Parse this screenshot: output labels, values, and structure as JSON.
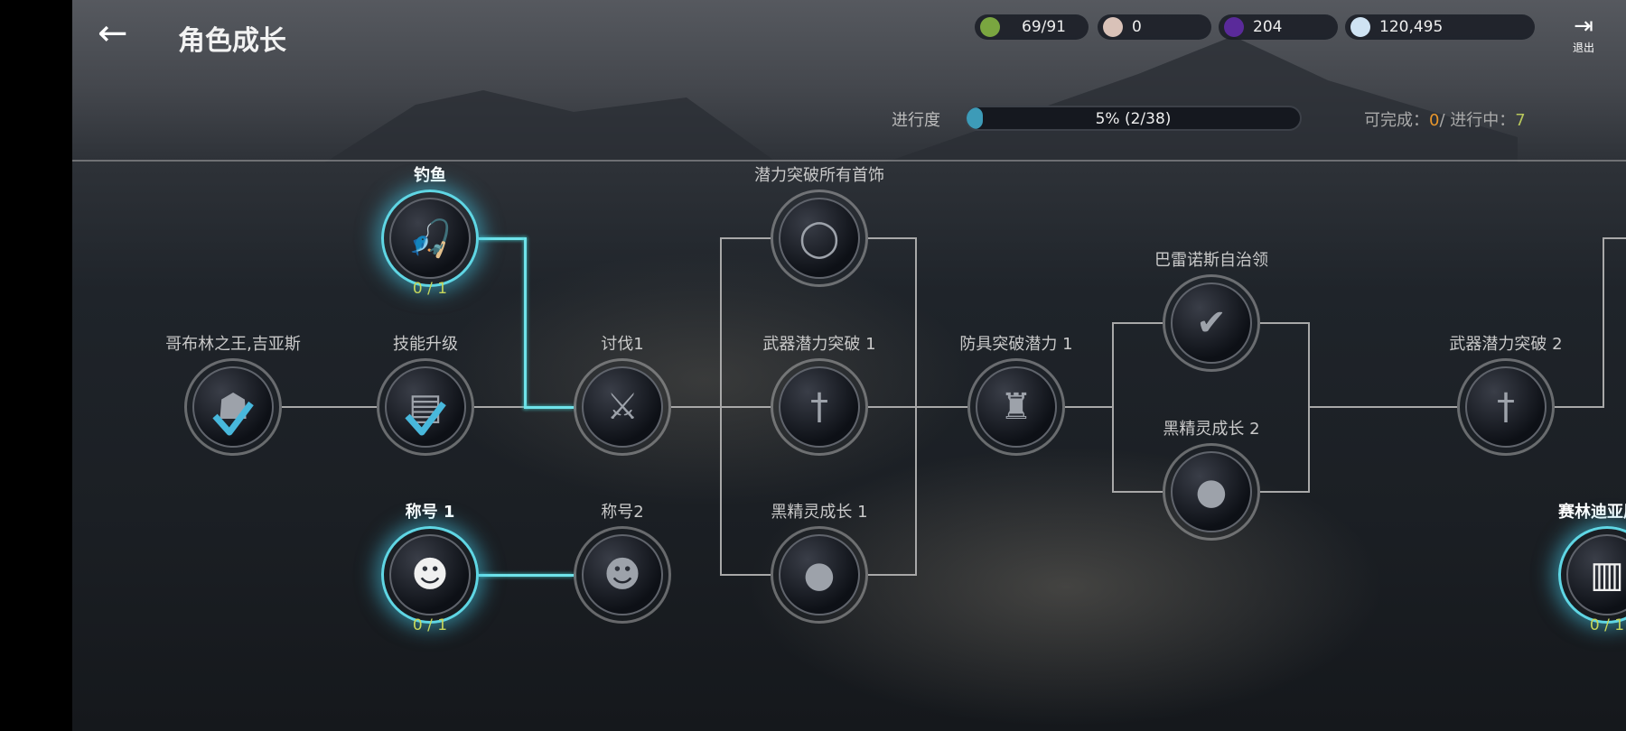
{
  "header": {
    "title": "角色成长",
    "back_icon": "arrow-left-icon",
    "exit_label": "退出"
  },
  "resources": [
    {
      "icon": "stamina-icon",
      "value": "69/91",
      "color": "#7aa640"
    },
    {
      "icon": "pearl-icon",
      "value": "0",
      "color": "#d9c2b8"
    },
    {
      "icon": "dark-crystal-icon",
      "value": "204",
      "color": "#5a2a9a"
    },
    {
      "icon": "silver-coin-icon",
      "value": "120,495",
      "color": "#cfe3f3"
    }
  ],
  "progress": {
    "label": "进行度",
    "text": "5% (2/38)",
    "percent": 5,
    "completable_label": "可完成：",
    "completable": "0",
    "sep": "/ ",
    "in_progress_label": "进行中：",
    "in_progress": "7"
  },
  "nodes": [
    {
      "label": "钓鱼",
      "count": "0 / 1",
      "icon": "fishing-icon",
      "glyph": "🎣",
      "active": true
    },
    {
      "label": "哥布林之王,吉亚斯",
      "icon": "goblin-king-icon",
      "glyph": "☗",
      "done": true
    },
    {
      "label": "技能升级",
      "icon": "skill-book-icon",
      "glyph": "▤",
      "done": true
    },
    {
      "label": "讨伐1",
      "icon": "shield-swords-icon",
      "glyph": "⚔"
    },
    {
      "label": "称号 1",
      "count": "0 / 1",
      "icon": "title-users-icon",
      "glyph": "☻",
      "active": true
    },
    {
      "label": "称号2",
      "icon": "title-users-icon",
      "glyph": "☻"
    },
    {
      "label": "潜力突破所有首饰",
      "icon": "ring-icon",
      "glyph": "◯"
    },
    {
      "label": "武器潜力突破 1",
      "icon": "sword-icon",
      "glyph": "†"
    },
    {
      "label": "黑精灵成长 1",
      "icon": "flame-icon",
      "glyph": "●"
    },
    {
      "label": "防具突破潜力 1",
      "icon": "armor-icon",
      "glyph": "♜"
    },
    {
      "label": "巴雷诺斯自治领",
      "icon": "scroll-check-icon",
      "glyph": "✔"
    },
    {
      "label": "黑精灵成长 2",
      "icon": "flame-icon",
      "glyph": "●"
    },
    {
      "label": "武器潜力突破 2",
      "icon": "sword-icon",
      "glyph": "†"
    },
    {
      "label": "赛林迪亚居民",
      "count": "0 / 1",
      "icon": "book-icon",
      "glyph": "▥",
      "active": true
    }
  ]
}
